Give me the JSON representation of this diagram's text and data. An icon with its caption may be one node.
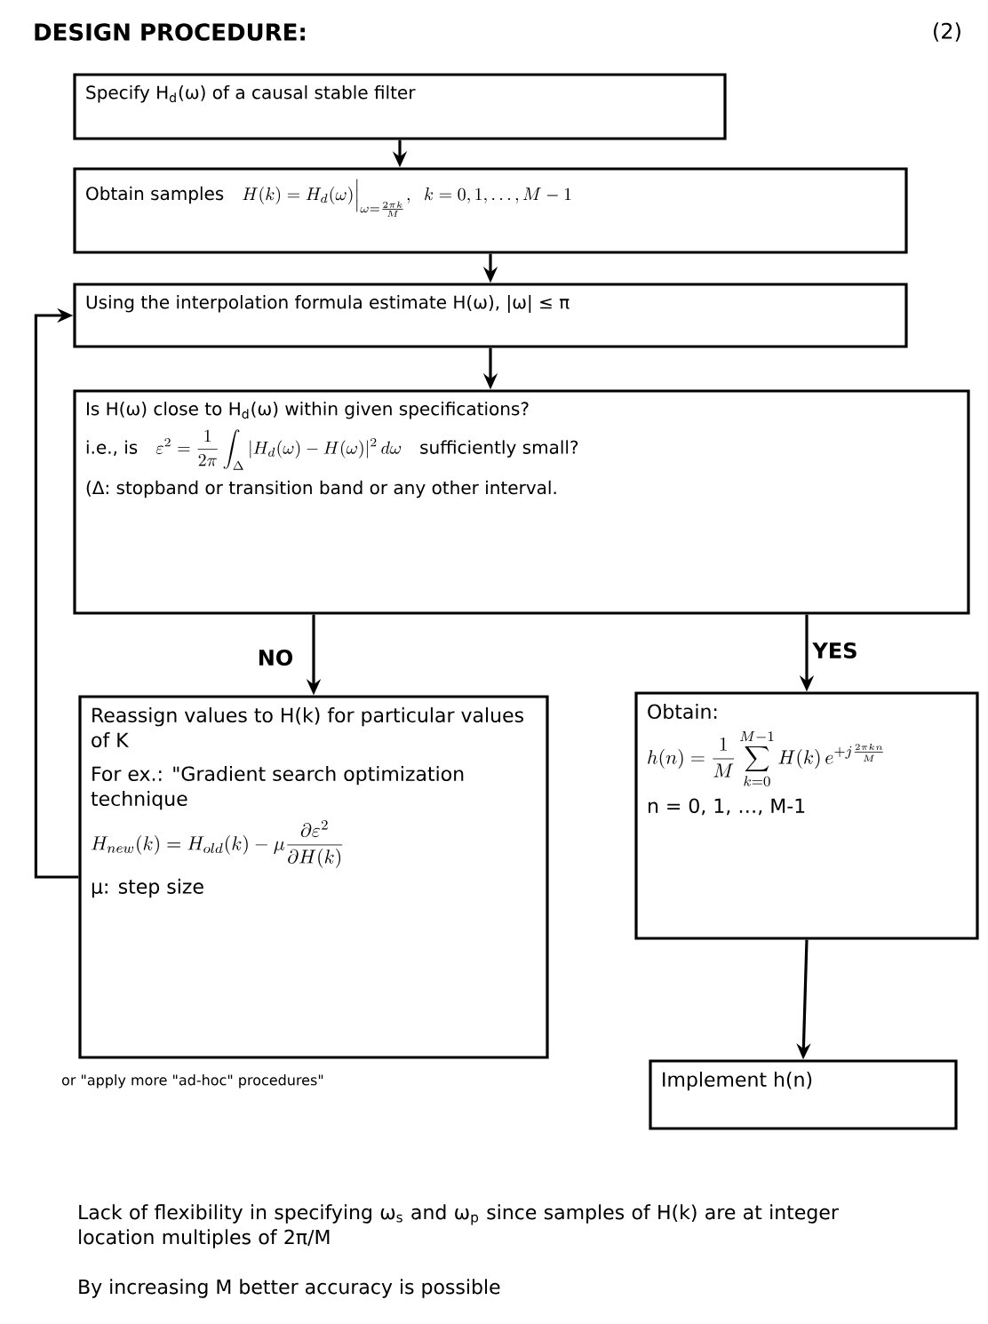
{
  "diagram": {
    "title": "DESIGN PROCEDURE:",
    "nodes": [
      {
        "text": [
          "Specify H$_{d}$(ω) of a causal stable filter"
        ]
      },
      {
        "text": [
          "Obtain samples",
          "H(k) = H_d(\\omega)\\Big|_{\\omega = \\frac{2\\pi k}{M}} ,\\;\\; k = 0, 1, \\ldots, M-1"
        ]
      },
      {
        "text": [
          "Using the interpolation formula estimate H(ω), |ω| ≤ π"
        ]
      },
      {
        "text": [
          "Is H(ω) close to H$_{d}$(ω) within given specifications?",
          "i.e., is",
          "\\varepsilon^2 = \\frac{1}{2\\pi}\\int_{\\Delta} |H_d(\\omega) - H(\\omega)|^2\\, d\\omega",
          "sufficiently small?",
          "(Δ: stopband or transition band or any other interval."
        ]
      },
      {
        "text": [
          "Reassign values to H(k) for particular values of K",
          "For ex.: \"Gradient search optimization technique",
          "H_{new}(k) = H_{old}(k) - \\mu \\frac{\\partial \\varepsilon^2}{\\partial H(k)}",
          "μ: step size"
        ],
        "beside": [
          "or \"apply more \"ad-hoc\" procedures\""
        ]
      },
      {
        "text": [
          "Obtain:",
          "h(n) = \\frac{1}{M}\\sum_{k=0}^{M-1} H(k)\\, e^{+j\\frac{2\\pi k n}{M}}",
          "n = 0, 1, …, M-1"
        ]
      },
      {
        "text": [
          "Implement h(n)"
        ]
      }
    ],
    "edges": [
      {
        "from": 0,
        "to": 1,
        "arrow": "to"
      },
      {
        "from": 1,
        "to": 2,
        "arrow": "to"
      },
      {
        "from": 2,
        "to": 3,
        "arrow": "to"
      },
      {
        "from": 3,
        "to": 4,
        "arrow": "to",
        "label": "NO"
      },
      {
        "from": 3,
        "to": 5,
        "arrow": "to",
        "label": "YES"
      },
      {
        "from": 5,
        "to": 6,
        "arrow": "to"
      },
      {
        "from": 4,
        "to": 2,
        "arrow": "to"
      }
    ],
    "labels": [
      "(2)",
      "Lack of flexibility in specifying ω$_{s}$ and ω$_{p}$ since samples of H(k) are at integer location multiples of 2π/M",
      "By increasing M better accuracy is possible"
    ]
  }
}
